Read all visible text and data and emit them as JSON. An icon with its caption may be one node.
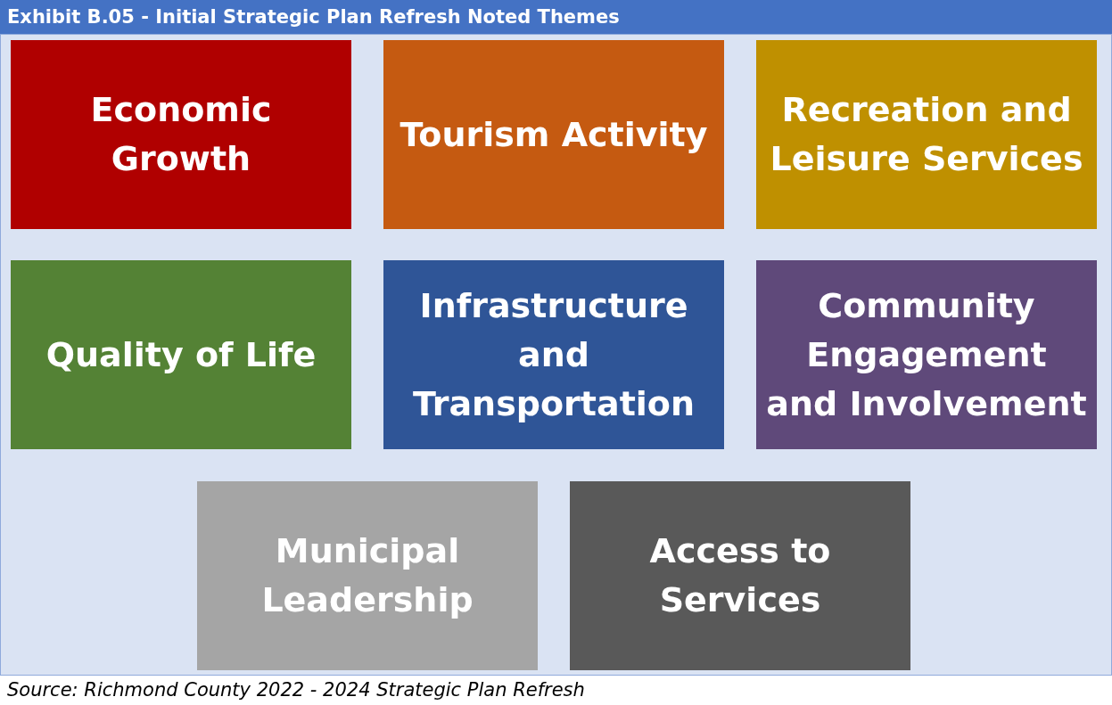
{
  "diagram": {
    "title": "Exhibit B.05 - Initial Strategic Plan Refresh Noted Themes",
    "caption": "Source: Richmond County 2022 - 2024 Strategic Plan Refresh",
    "nodes": [
      {
        "text": [
          "Economic Growth"
        ]
      },
      {
        "text": [
          "Tourism Activity"
        ]
      },
      {
        "text": [
          "Recreation and Leisure Services"
        ]
      },
      {
        "text": [
          "Quality of Life"
        ]
      },
      {
        "text": [
          "Infrastructure and Transportation"
        ]
      },
      {
        "text": [
          "Community Engagement and Involvement"
        ]
      },
      {
        "text": [
          "Municipal Leadership"
        ]
      },
      {
        "text": [
          "Access to Services"
        ]
      }
    ]
  }
}
